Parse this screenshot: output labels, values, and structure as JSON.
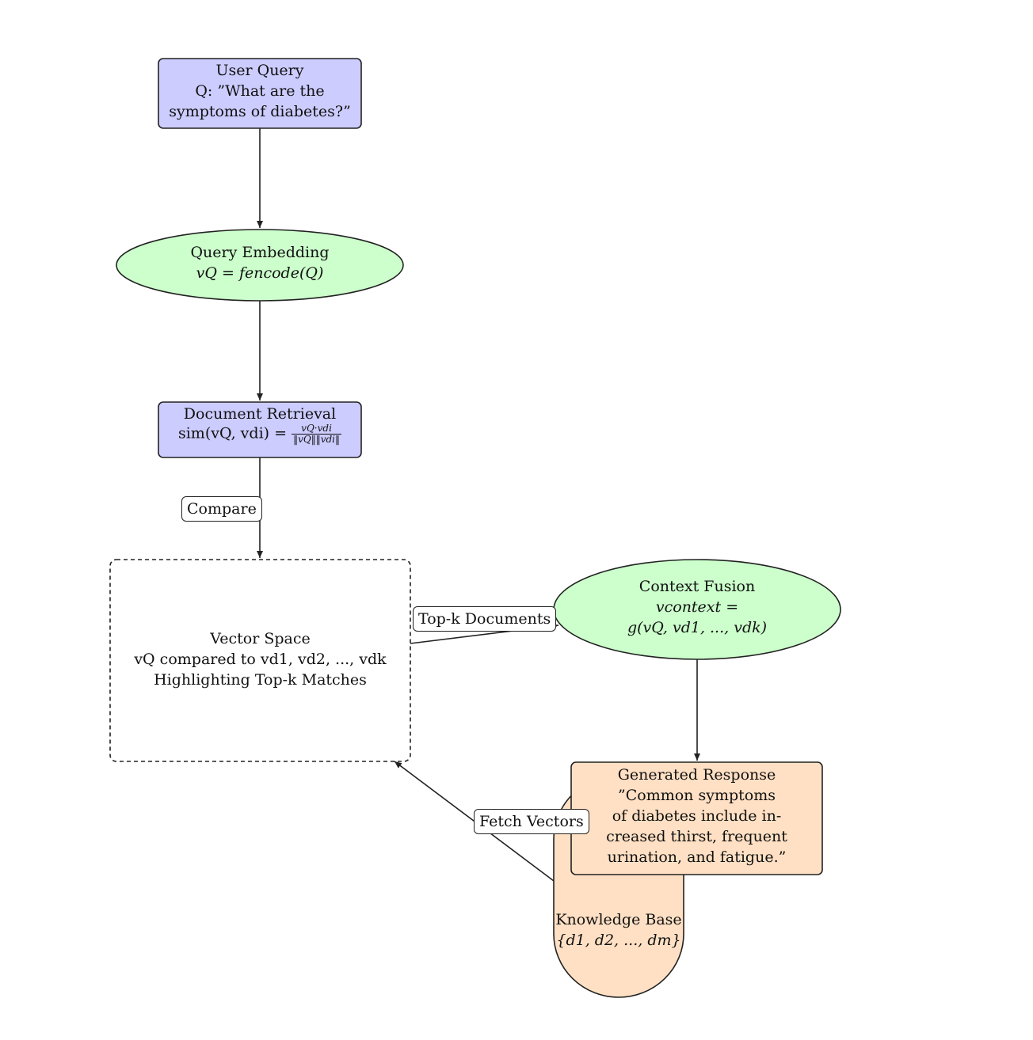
{
  "colors": {
    "box_blue": "#ccccff",
    "ellipse_green": "#ccffcc",
    "peach": "#ffe0c4",
    "stroke": "#222222"
  },
  "nodes": {
    "user_query": {
      "title": "User Query",
      "line2": "Q: ”What are the",
      "line3": "symptoms of diabetes?”"
    },
    "query_embedding": {
      "title": "Query Embedding",
      "formula": "vQ = fencode(Q)"
    },
    "document_retrieval": {
      "title": "Document Retrieval",
      "formula_lhs": "sim(vQ, vdi) =",
      "formula_num": "vQ·vdi",
      "formula_den": "‖vQ‖‖vdi‖"
    },
    "vector_space": {
      "title": "Vector Space",
      "line2": "vQ compared to vd1, vd2, ..., vdk",
      "line3": "Highlighting Top-k Matches"
    },
    "context_fusion": {
      "title": "Context Fusion",
      "line2": "vcontext =",
      "line3": "g(vQ, vd1, ..., vdk)"
    },
    "generated_response": {
      "title": "Generated Response",
      "line2": "”Common symptoms",
      "line3": "of diabetes include in-",
      "line4": "creased thirst, frequent",
      "line5": "urination, and fatigue.”"
    },
    "knowledge_base": {
      "title": "Knowledge Base",
      "line2": "{d1, d2, ..., dm}"
    }
  },
  "edge_labels": {
    "compare": "Compare",
    "top_k": "Top-k Documents",
    "fetch": "Fetch Vectors"
  }
}
